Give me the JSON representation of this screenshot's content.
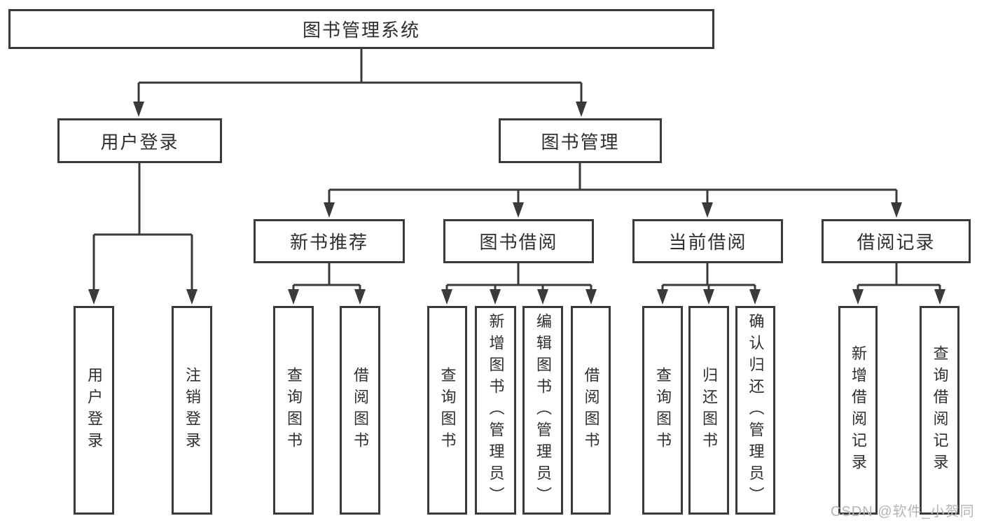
{
  "colors": {
    "line": "#3a3a3a",
    "border": "#3a3a3a",
    "text": "#2f2f2f",
    "watermark": "#b5b5b5",
    "background": "#ffffff"
  },
  "watermark": {
    "text": "CSDN @软件_小贺同学"
  },
  "tree": {
    "label": "图书管理系统",
    "children": [
      {
        "label": "用户登录",
        "children": [
          {
            "label": "用户登录"
          },
          {
            "label": "注销登录"
          }
        ]
      },
      {
        "label": "图书管理",
        "children": [
          {
            "label": "新书推荐",
            "children": [
              {
                "label": "查询图书"
              },
              {
                "label": "借阅图书"
              }
            ]
          },
          {
            "label": "图书借阅",
            "children": [
              {
                "label": "查询图书"
              },
              {
                "label": "新增图书（管理员）"
              },
              {
                "label": "编辑图书（管理员）"
              },
              {
                "label": "借阅图书"
              }
            ]
          },
          {
            "label": "当前借阅",
            "children": [
              {
                "label": "查询图书"
              },
              {
                "label": "归还图书"
              },
              {
                "label": "确认归还（管理员）"
              }
            ]
          },
          {
            "label": "借阅记录",
            "children": [
              {
                "label": "新增借阅记录"
              },
              {
                "label": "查询借阅记录"
              }
            ]
          }
        ]
      }
    ]
  }
}
